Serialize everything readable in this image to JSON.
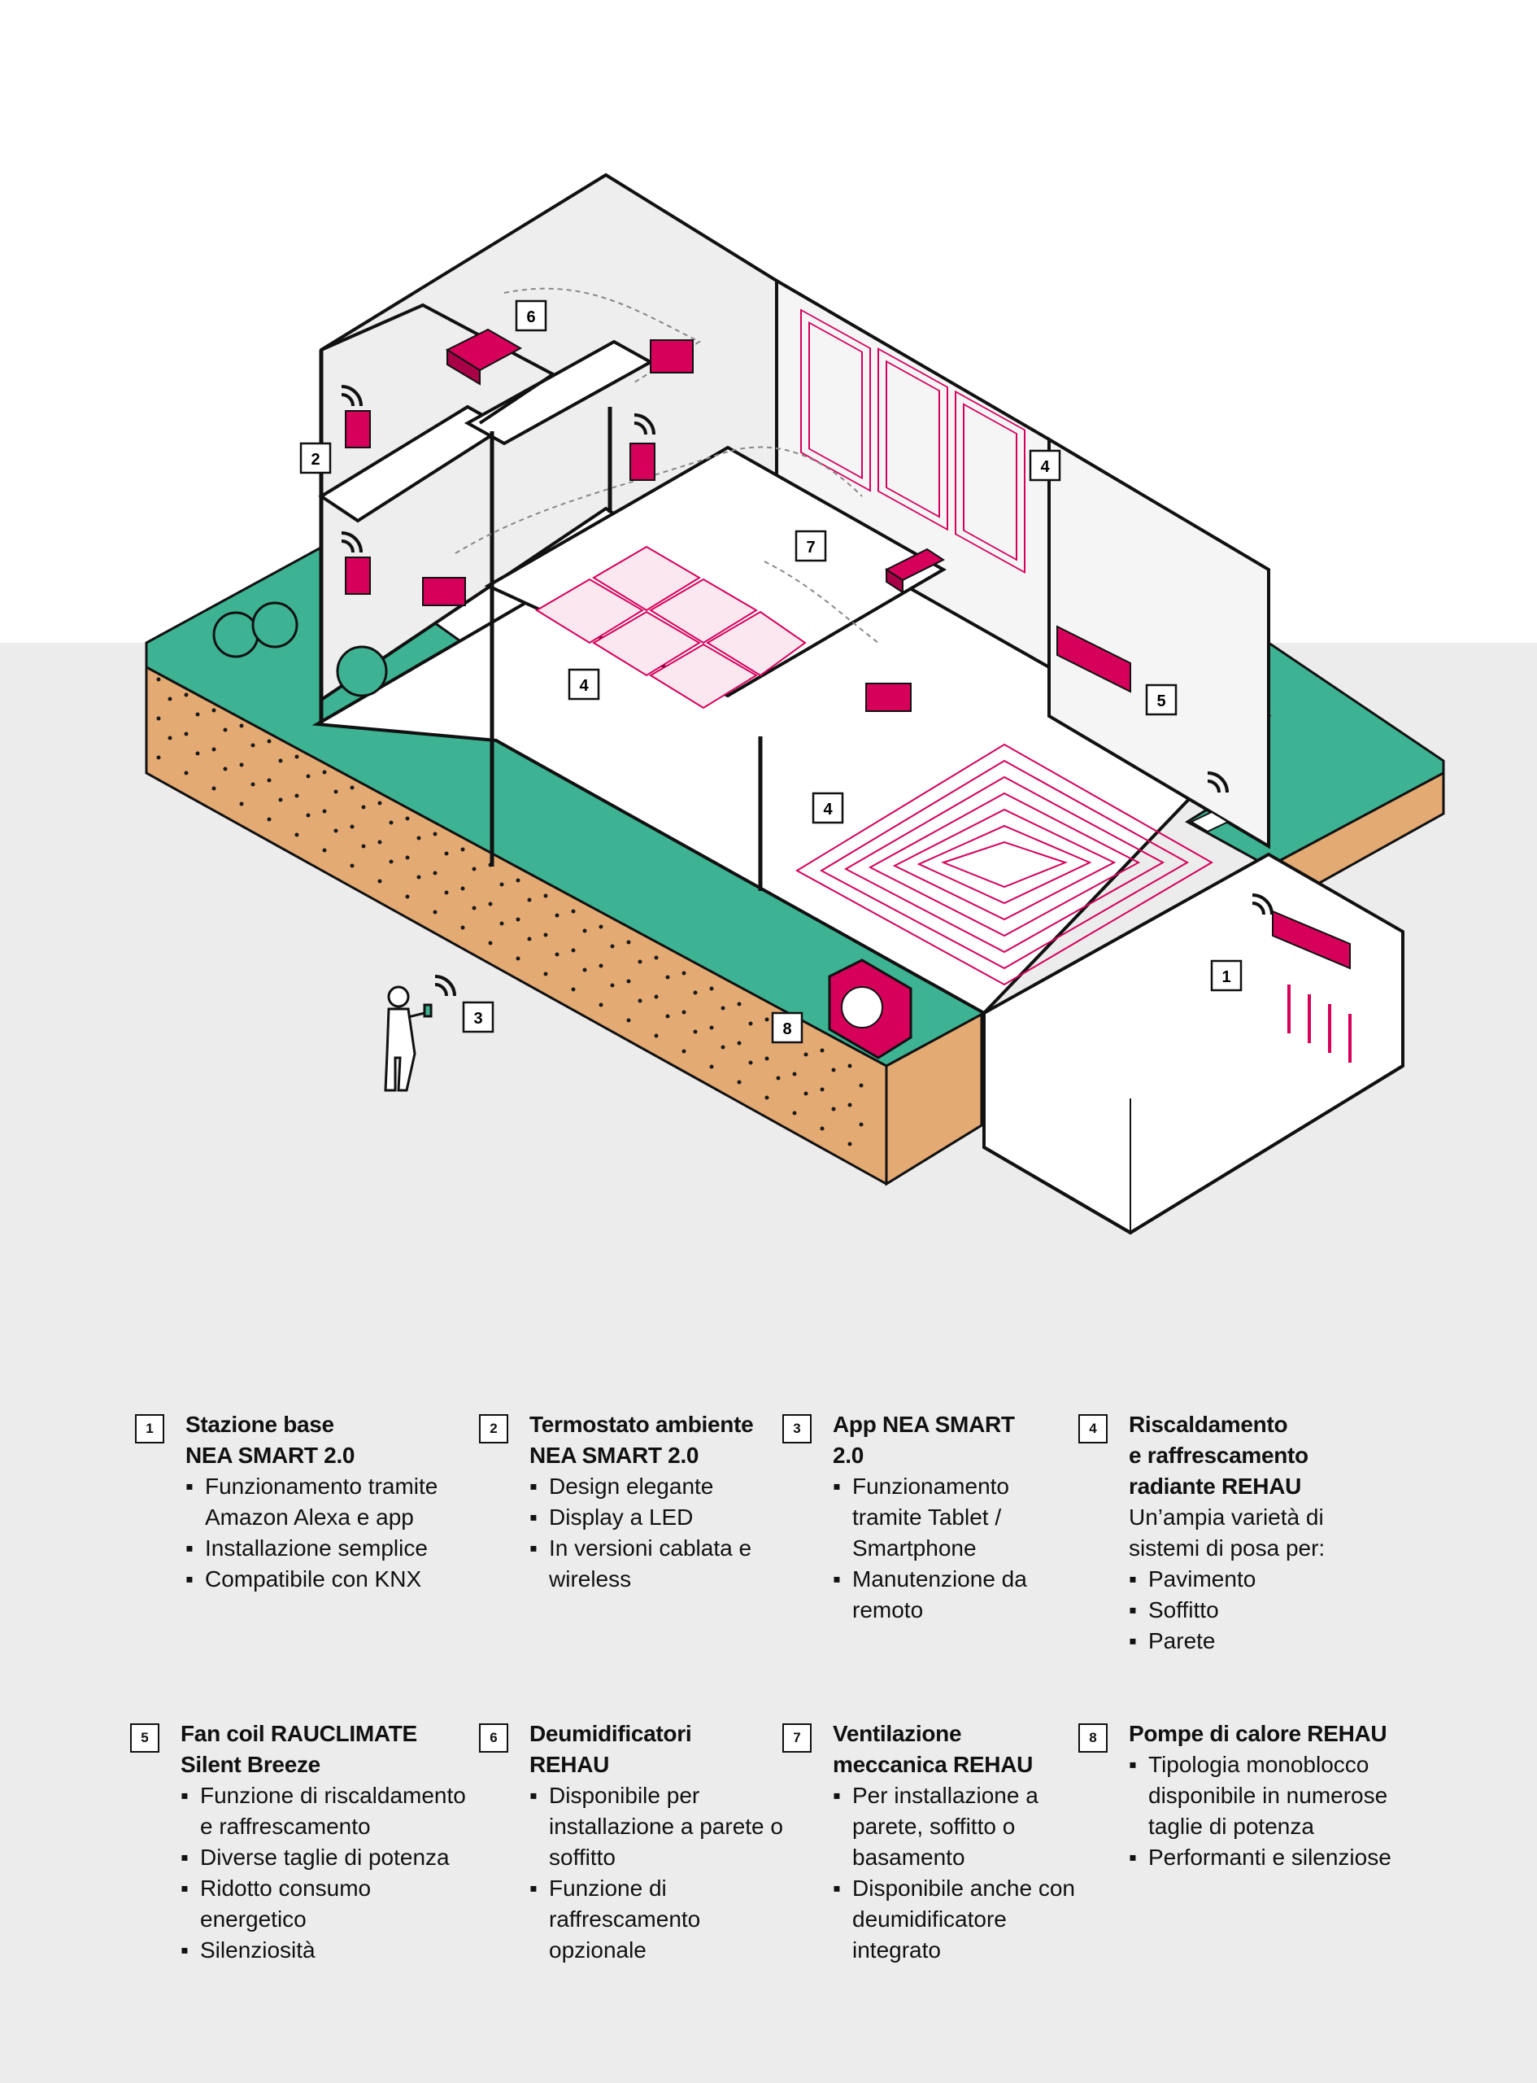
{
  "colors": {
    "accent": "#d6005b",
    "grass": "#3db393",
    "soil": "#e3aa74",
    "line": "#111111",
    "background_lower": "#ececec",
    "background_upper": "#ffffff"
  },
  "markers": {
    "m1": "1",
    "m2": "2",
    "m3": "3",
    "m4a": "4",
    "m4b": "4",
    "m4c": "4",
    "m5": "5",
    "m6": "6",
    "m7": "7",
    "m8": "8"
  },
  "legend": [
    {
      "number": "1",
      "title_lines": [
        "Stazione base",
        "NEA SMART 2.0"
      ],
      "description": [],
      "bullets": [
        "Funzionamento tramite Amazon Alexa e app",
        "Installazione semplice",
        "Compatibile con KNX"
      ]
    },
    {
      "number": "2",
      "title_lines": [
        "Termostato ambiente",
        "NEA SMART 2.0"
      ],
      "description": [],
      "bullets": [
        "Design elegante",
        "Display a LED",
        "In versioni cablata e wireless"
      ]
    },
    {
      "number": "3",
      "title_lines": [
        "App NEA SMART 2.0"
      ],
      "description": [],
      "bullets": [
        "Funzionamento tramite Tablet / Smartphone",
        "Manutenzione da remoto"
      ]
    },
    {
      "number": "4",
      "title_lines": [
        "Riscaldamento",
        "e raffrescamento",
        "radiante REHAU"
      ],
      "description": [
        "Un’ampia varietà di",
        "sistemi di posa per:"
      ],
      "bullets": [
        "Pavimento",
        "Soffitto",
        "Parete"
      ]
    },
    {
      "number": "5",
      "title_lines": [
        "Fan coil RAUCLIMATE",
        "Silent Breeze"
      ],
      "description": [],
      "bullets": [
        "Funzione di riscaldamento e raffrescamento",
        "Diverse taglie di potenza",
        "Ridotto consumo energetico",
        "Silenziosità"
      ]
    },
    {
      "number": "6",
      "title_lines": [
        "Deumidificatori",
        "REHAU"
      ],
      "description": [],
      "bullets": [
        "Disponibile per installazione a parete o soffitto",
        "Funzione di raffrescamento opzionale"
      ]
    },
    {
      "number": "7",
      "title_lines": [
        "Ventilazione",
        "meccanica REHAU"
      ],
      "description": [],
      "bullets": [
        "Per installazione a parete, soffitto o basamento",
        "Disponibile anche con deumidificatore integrato"
      ]
    },
    {
      "number": "8",
      "title_lines": [
        "Pompe di calore REHAU"
      ],
      "description": [],
      "bullets": [
        "Tipologia monoblocco disponibile in numerose taglie di potenza",
        "Performanti e silenziose"
      ]
    }
  ]
}
